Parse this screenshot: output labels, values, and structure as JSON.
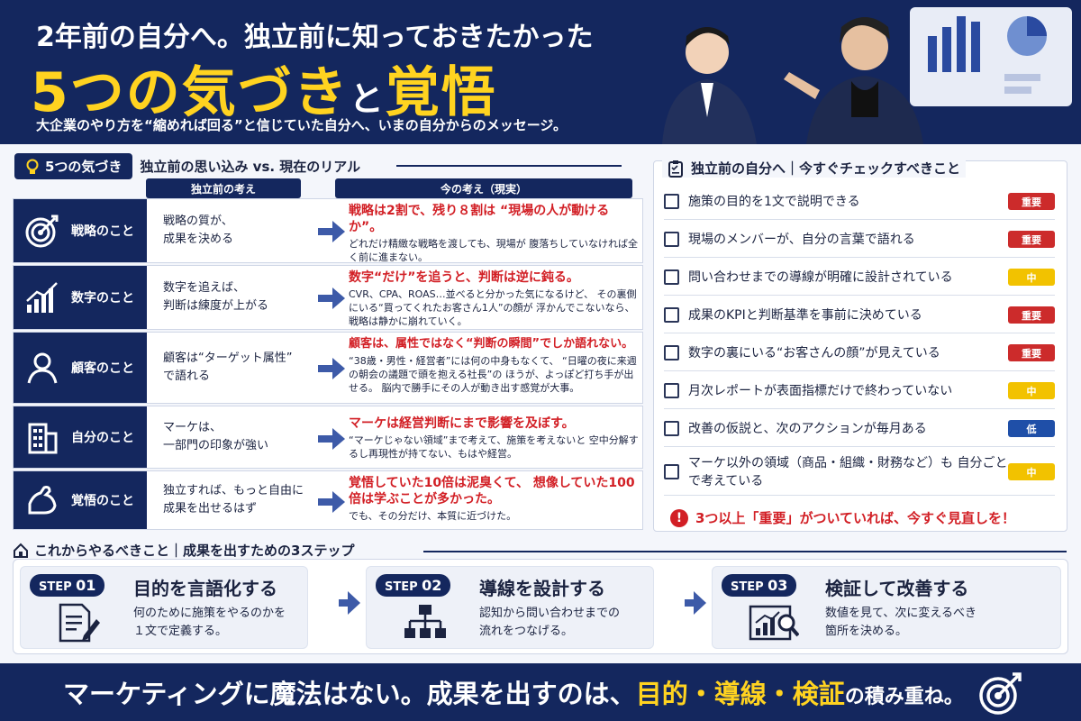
{
  "header": {
    "line1": "2年前の自分へ。独立前に知っておきたかった",
    "big_main": "5つの気づき",
    "big_connector": "と",
    "big_end": "覚悟",
    "subtitle": "大企業のやり方を“縮めれば回る”と信じていた自分へ、いまの自分からのメッセージ。"
  },
  "awareness": {
    "tag": "5つの気づき",
    "title": "独立前の思い込み vs. 現在のリアル",
    "col_old": "独立前の考え",
    "col_new": "今の考え（現実）",
    "rows": [
      {
        "icon": "target-icon",
        "label": "戦略のこと",
        "old": [
          "戦略の質が、",
          "成果を決める"
        ],
        "new_head": "戦略は2割で、残り８割は “現場の人が動けるか”。",
        "new_desc": "どれだけ精緻な戦略を渡しても、現場が 腹落ちしていなければ全く前に進まない。"
      },
      {
        "icon": "chart-icon",
        "label": "数字のこと",
        "old": [
          "数字を追えば、",
          "判断は練度が上がる"
        ],
        "new_head": "数字“だけ”を追うと、判断は逆に鈍る。",
        "new_desc": "CVR、CPA、ROAS…並べると分かった気になるけど、 その裏側にいる“買ってくれたお客さん1人”の顔が 浮かんでこないなら、戦略は静かに崩れていく。"
      },
      {
        "icon": "person-icon",
        "label": "顧客のこと",
        "old": [
          "顧客は“ターゲット属性”",
          "で語れる"
        ],
        "new_head": "顧客は、属性ではなく“判断の瞬間”でしか語れない。",
        "new_desc": "“38歳・男性・経営者”には何の中身もなくて、 “日曜の夜に来週の朝会の議題で頭を抱える社長”の ほうが、よっぽど打ち手が出せる。 脳内で勝手にその人が動き出す感覚が大事。"
      },
      {
        "icon": "building-icon",
        "label": "自分のこと",
        "old": [
          "マーケは、",
          "一部門の印象が強い"
        ],
        "new_head": "マーケは経営判断にまで影響を及ぼす。",
        "new_desc": "“マーケじゃない領域”まで考えて、施策を考えないと 空中分解するし再現性が持てない、もはや経営。"
      },
      {
        "icon": "arm-icon",
        "label": "覚悟のこと",
        "old": [
          "独立すれば、もっと自由に",
          "成果を出せるはず"
        ],
        "new_head": "覚悟していた10倍は泥臭くて、 想像していた100倍は学ぶことが多かった。",
        "new_desc": "でも、その分だけ、本質に近づけた。"
      }
    ]
  },
  "checklist": {
    "title": "独立前の自分へ｜今すぐチェックすべきこと",
    "items": [
      {
        "text": "施策の目的を1文で説明できる",
        "level": "重要"
      },
      {
        "text": "現場のメンバーが、自分の言葉で語れる",
        "level": "重要"
      },
      {
        "text": "問い合わせまでの導線が明確に設計されている",
        "level": "中"
      },
      {
        "text": "成果のKPIと判断基準を事前に決めている",
        "level": "重要"
      },
      {
        "text": "数字の裏にいる“お客さんの顔”が見えている",
        "level": "重要"
      },
      {
        "text": "月次レポートが表面指標だけで終わっていない",
        "level": "中"
      },
      {
        "text": "改善の仮説と、次のアクションが毎月ある",
        "level": "低"
      },
      {
        "text": "マーケ以外の領域（商品・組織・財務など）も 自分ごとで考えている",
        "level": "中"
      }
    ],
    "level_colors": {
      "重要": "#cc2b2b",
      "中": "#f2c200",
      "低": "#1f4fa8"
    },
    "warning": "3つ以上「重要」がついていれば、今すぐ見直しを！"
  },
  "steps": {
    "title": "これからやるべきこと｜成果を出すための3ステップ",
    "items": [
      {
        "tag": "STEP",
        "num": "01",
        "title": "目的を言語化する",
        "desc": [
          "何のために施策をやるのかを",
          "１文で定義する。"
        ],
        "icon": "document-pen-icon"
      },
      {
        "tag": "STEP",
        "num": "02",
        "title": "導線を設計する",
        "desc": [
          "認知から問い合わせまでの",
          "流れをつなげる。"
        ],
        "icon": "flow-icon"
      },
      {
        "tag": "STEP",
        "num": "03",
        "title": "検証して改善する",
        "desc": [
          "数値を見て、次に変えるべき",
          "箇所を決める。"
        ],
        "icon": "analytics-icon"
      }
    ]
  },
  "footer": {
    "pre": "マーケティングに魔法はない。成果を出すのは、",
    "hl": "目的・導線・検証",
    "post": "の積み重ね。"
  },
  "colors": {
    "navy": "#14275e",
    "yellow": "#ffd320",
    "red": "#d21f25"
  }
}
